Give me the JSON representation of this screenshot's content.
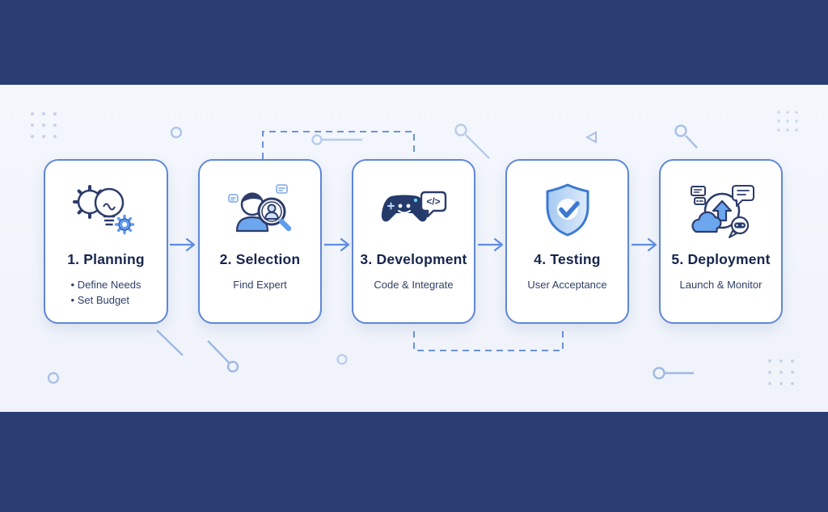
{
  "diagram": {
    "kind": "process-flow",
    "step_count": 5
  },
  "steps": [
    {
      "title": "1. Planning",
      "lines": [
        "• Define Needs",
        "• Set Budget"
      ],
      "icon": "gears-lightbulb-icon"
    },
    {
      "title": "2. Selection",
      "lines": [
        "Find Expert"
      ],
      "icon": "person-magnifier-icon"
    },
    {
      "title": "3. Development",
      "lines": [
        "Code & Integrate"
      ],
      "icon": "controller-code-bubble-icon",
      "icon_glyph": "</>"
    },
    {
      "title": "4. Testing",
      "lines": [
        "User Acceptance"
      ],
      "icon": "shield-checkmark-icon"
    },
    {
      "title": "5. Deployment",
      "lines": [
        "Launch & Monitor"
      ],
      "icon": "cloud-upload-icon"
    }
  ],
  "colors": {
    "band_navy": "#2a3e74",
    "background_light": "#f2f6fb",
    "card_border_blue": "#5e87d6",
    "arrow_blue": "#5e8ce2",
    "dashed_connector_blue": "#5e87d8",
    "icon_navy": "#2d3c6b",
    "icon_fill_blue": "#6ca6ef",
    "icon_light_blue": "#cfe2f8",
    "title_navy": "#16254d",
    "subtitle_slate": "#2f3f66"
  }
}
